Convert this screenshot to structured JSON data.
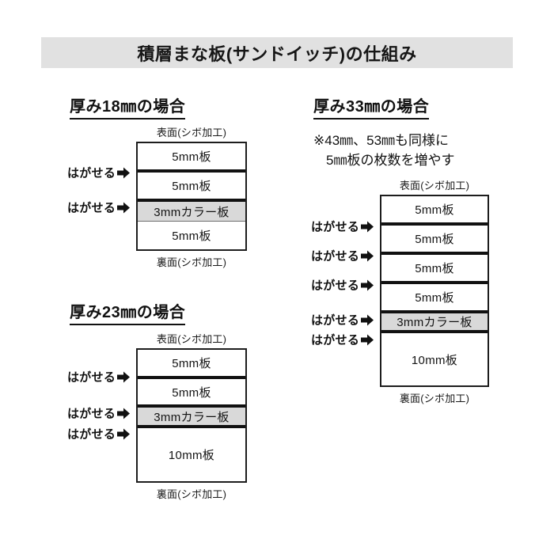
{
  "title": "積層まな板(サンドイッチ)の仕組み",
  "labels": {
    "front_face": "表面(シボ加工)",
    "back_face": "裏面(シボ加工)",
    "peel": "はがせる",
    "peel_arrow_icon": "right-arrow-icon"
  },
  "sections": [
    {
      "id": "thickness-18",
      "heading": "厚み18㎜の場合",
      "layers": [
        {
          "label": "5mm板",
          "type": "white"
        },
        {
          "label": "5mm板",
          "type": "white"
        },
        {
          "label": "3mmカラー板",
          "type": "color"
        },
        {
          "label": "5mm板",
          "type": "white"
        }
      ],
      "peel_count": 2
    },
    {
      "id": "thickness-23",
      "heading": "厚み23㎜の場合",
      "layers": [
        {
          "label": "5mm板",
          "type": "white"
        },
        {
          "label": "5mm板",
          "type": "white"
        },
        {
          "label": "3mmカラー板",
          "type": "color"
        },
        {
          "label": "10mm板",
          "type": "white"
        }
      ],
      "peel_count": 3
    },
    {
      "id": "thickness-33",
      "heading": "厚み33㎜の場合",
      "note_line_1": "※43㎜、53㎜も同様に",
      "note_line_2": "5㎜板の枚数を増やす",
      "layers": [
        {
          "label": "5mm板",
          "type": "white"
        },
        {
          "label": "5mm板",
          "type": "white"
        },
        {
          "label": "5mm板",
          "type": "white"
        },
        {
          "label": "5mm板",
          "type": "white"
        },
        {
          "label": "3mmカラー板",
          "type": "color"
        },
        {
          "label": "10mm板",
          "type": "white"
        }
      ],
      "peel_count": 5
    }
  ],
  "colors": {
    "title_band": "#e1e1e1",
    "color_board": "#d9d9d9",
    "outline": "#1d1d1d",
    "seam": "#111111",
    "page_background": "#ffffff"
  }
}
